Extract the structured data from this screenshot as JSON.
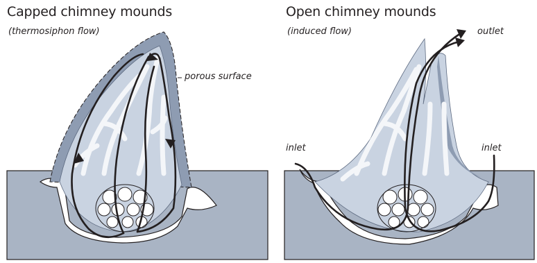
{
  "left": {
    "title": "Capped chimney mounds",
    "subtitle": "(thermosiphon flow)",
    "label_porous": "porous surface"
  },
  "right": {
    "title": "Open chimney mounds",
    "subtitle": "(induced flow)",
    "label_outlet": "outlet",
    "label_inlet_left": "inlet",
    "label_inlet_right": "inlet"
  },
  "colors": {
    "ground": "#a9b4c4",
    "mound_fill": "#c9d3e1",
    "mound_dark": "#8e9cb2",
    "tunnel": "#f4f6f9",
    "outline": "#231f20",
    "arrow": "#231f20"
  }
}
